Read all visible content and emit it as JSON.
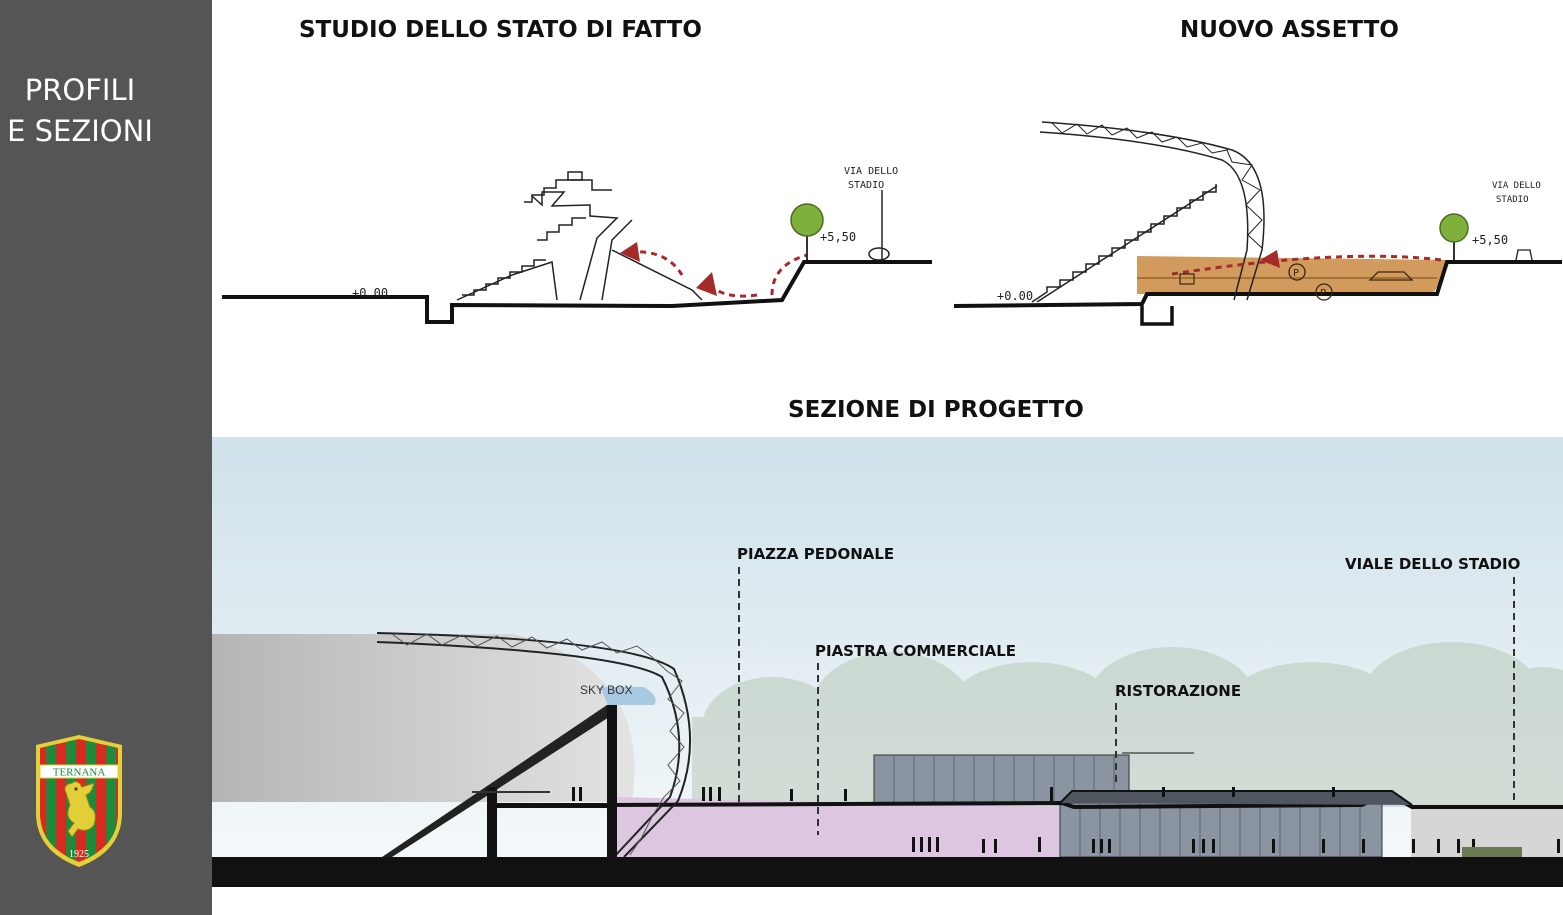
{
  "sidebar": {
    "title_line1": "PROFILI",
    "title_line2": "E SEZIONI",
    "logo": {
      "text": "TERNANA",
      "year": "1925",
      "icon": "griffin-crest-icon"
    }
  },
  "sketches": {
    "existing": {
      "title": "STUDIO DELLO STATO DI FATTO",
      "level_low": "+0.00",
      "level_high": "+5,50",
      "street_line1": "VIA DELLO",
      "street_line2": "STADIO"
    },
    "new": {
      "title": "NUOVO ASSETTO",
      "level_low": "+0.00",
      "level_high": "+5,50",
      "street_line1": "VIA DELLO",
      "street_line2": "STADIO",
      "parking_symbol": "P"
    }
  },
  "section": {
    "title": "SEZIONE DI PROGETTO",
    "labels": {
      "piazza": "PIAZZA PEDONALE",
      "piastra": "PIASTRA COMMERCIALE",
      "ristorazione": "RISTORAZIONE",
      "viale": "VIALE DELLO STADIO",
      "skybox": "SKY BOX"
    }
  },
  "colors": {
    "sidebar_bg": "#555555",
    "arrow_red": "#a52a2a",
    "parking_brown": "#c8893f",
    "commercial_pink": "#dcc6e0",
    "skybox_blue": "#a9c9e3",
    "tree_green": "#7fb03c"
  }
}
